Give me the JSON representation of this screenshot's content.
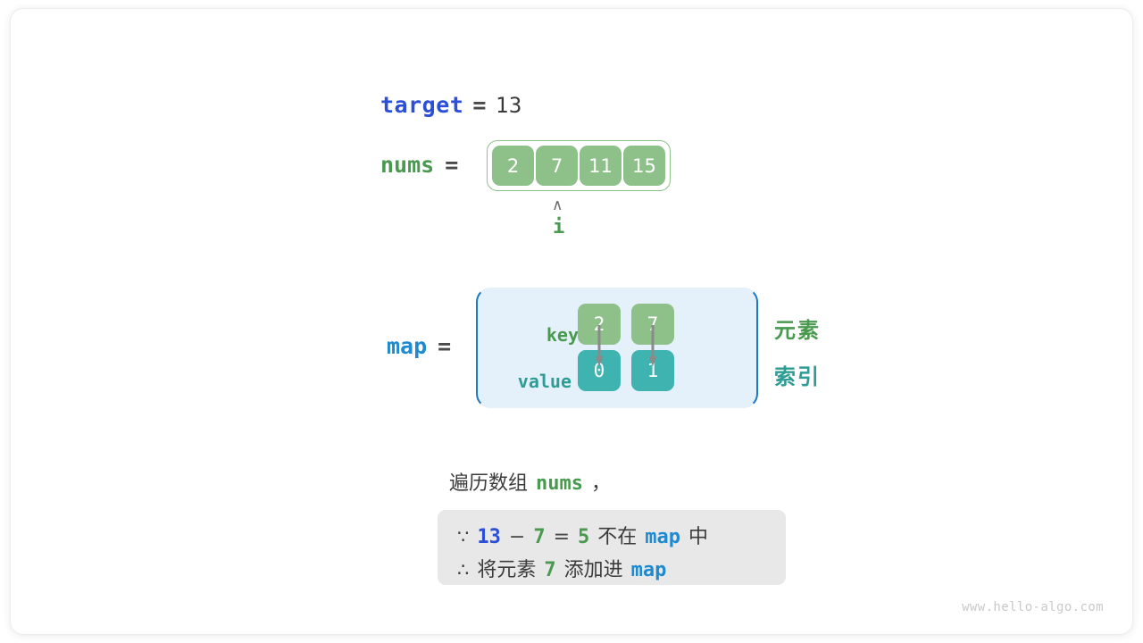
{
  "colors": {
    "array_green": "#8ec08a",
    "map_teal": "#3fb3b0",
    "map_fill": "#e4f0fa",
    "map_border": "#1b78c4",
    "var_blue": "#2b4fd8",
    "var_sky": "#1f8acf",
    "var_green": "#49994f",
    "var_teal": "#2d9c95",
    "info_box": "#e8e8e8",
    "ink": "#3b3b3b"
  },
  "target": {
    "name": "target",
    "equals": "=",
    "value": "13"
  },
  "nums": {
    "name": "nums",
    "equals": "=",
    "cells": [
      "2",
      "7",
      "11",
      "15"
    ],
    "pointer": {
      "caret": "∧",
      "label": "i",
      "index": 1
    }
  },
  "map": {
    "name": "map",
    "equals": "=",
    "row_labels": {
      "key": "key",
      "value": "value"
    },
    "entries": [
      {
        "key": "2",
        "value": "0"
      },
      {
        "key": "7",
        "value": "1"
      }
    ],
    "legends": {
      "element": "元素",
      "index": "索引"
    }
  },
  "caption": {
    "prefix": "遍历数组",
    "var": "nums",
    "suffix": "，"
  },
  "info": {
    "line1": {
      "symbol": "∵",
      "a": "13",
      "minus": "−",
      "b": "7",
      "equals": "=",
      "result": "5",
      "text_mid": "不在",
      "var": "map",
      "text_end": "中"
    },
    "line2": {
      "symbol": "∴",
      "text_start": "将元素",
      "value": "7",
      "text_mid": "添加进",
      "var": "map"
    }
  },
  "watermark": "www.hello-algo.com"
}
